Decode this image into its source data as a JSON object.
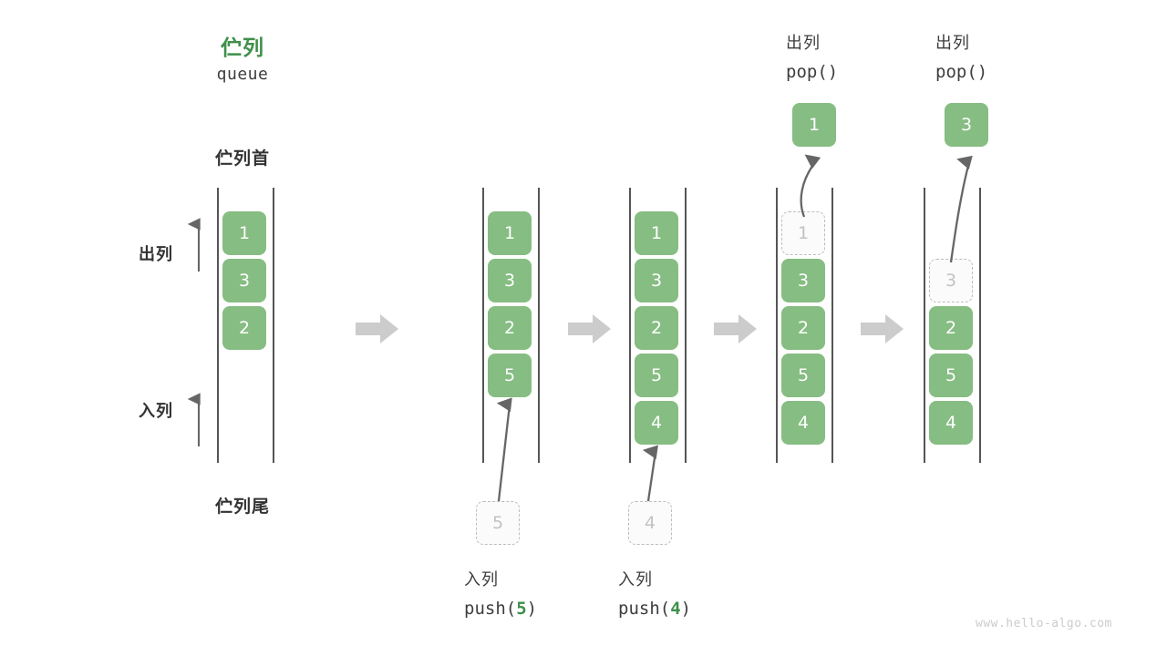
{
  "diagram": {
    "title_cn": "伫列",
    "title_en": "queue",
    "head_label": "伫列首",
    "tail_label": "伫列尾",
    "dequeue_label": "出列",
    "enqueue_label": "入列",
    "watermark": "www.hello-algo.com",
    "colors": {
      "accent_green": "#86bd82",
      "title_green": "#3f8f4a",
      "text_dark": "#3d3d3d",
      "ghost_border": "#bdbdbd",
      "ghost_text": "#c2c2c2",
      "rail": "#555555",
      "flow_arrow": "#cccccc",
      "thin_arrow": "#666666",
      "watermark": "#cccccc"
    }
  },
  "chart_data": {
    "type": "diagram",
    "title": "伫列 queue",
    "description": "Queue push/pop operation sequence diagram",
    "stages": [
      {
        "id": "stage-initial",
        "cells": [
          {
            "value": "1",
            "state": "filled"
          },
          {
            "value": "3",
            "state": "filled"
          },
          {
            "value": "2",
            "state": "filled"
          }
        ],
        "operation_cn": "",
        "operation_code": "",
        "pending": null,
        "popped": null
      },
      {
        "id": "stage-push-5",
        "cells": [
          {
            "value": "1",
            "state": "filled"
          },
          {
            "value": "3",
            "state": "filled"
          },
          {
            "value": "2",
            "state": "filled"
          },
          {
            "value": "5",
            "state": "filled"
          }
        ],
        "operation_cn": "入列",
        "operation_code_prefix": "push(",
        "operation_value": "5",
        "operation_code_suffix": ")",
        "pending": {
          "value": "5",
          "state": "ghost"
        },
        "popped": null
      },
      {
        "id": "stage-push-4",
        "cells": [
          {
            "value": "1",
            "state": "filled"
          },
          {
            "value": "3",
            "state": "filled"
          },
          {
            "value": "2",
            "state": "filled"
          },
          {
            "value": "5",
            "state": "filled"
          },
          {
            "value": "4",
            "state": "filled"
          }
        ],
        "operation_cn": "入列",
        "operation_code_prefix": "push(",
        "operation_value": "4",
        "operation_code_suffix": ")",
        "pending": {
          "value": "4",
          "state": "ghost"
        },
        "popped": null
      },
      {
        "id": "stage-pop-1",
        "cells": [
          {
            "value": "1",
            "state": "ghost"
          },
          {
            "value": "3",
            "state": "filled"
          },
          {
            "value": "2",
            "state": "filled"
          },
          {
            "value": "5",
            "state": "filled"
          },
          {
            "value": "4",
            "state": "filled"
          }
        ],
        "operation_cn": "出列",
        "operation_code": "pop()",
        "pending": null,
        "popped": {
          "value": "1",
          "state": "filled"
        }
      },
      {
        "id": "stage-pop-3",
        "cells": [
          {
            "value": "3",
            "state": "ghost"
          },
          {
            "value": "2",
            "state": "filled"
          },
          {
            "value": "5",
            "state": "filled"
          },
          {
            "value": "4",
            "state": "filled"
          }
        ],
        "operation_cn": "出列",
        "operation_code": "pop()",
        "pending": null,
        "popped": {
          "value": "3",
          "state": "filled"
        }
      }
    ],
    "labels": {
      "head": "伫列首",
      "tail": "伫列尾",
      "left_axis_top": "出列",
      "left_axis_bottom": "入列"
    }
  }
}
